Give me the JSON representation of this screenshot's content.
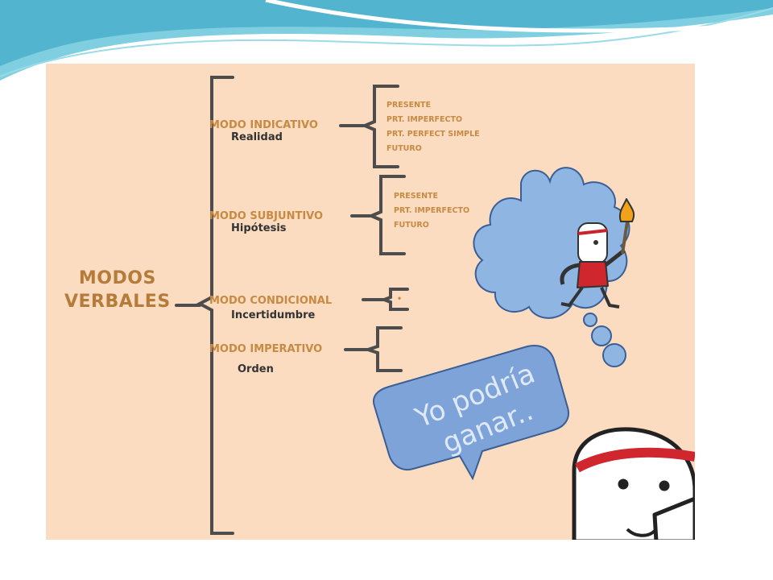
{
  "root": {
    "line1": "MODOS",
    "line2": "VERBALES"
  },
  "modes": [
    {
      "name": "MODO INDICATIVO",
      "meaning": "Realidad",
      "tenses": [
        "PRESENTE",
        "PRT. IMPERFECTO",
        "PRT. PERFECT SIMPLE",
        "FUTURO"
      ]
    },
    {
      "name": "MODO SUBJUNTIVO",
      "meaning": "Hipótesis",
      "tenses": [
        "PRESENTE",
        "PRT. IMPERFECTO",
        "FUTURO"
      ]
    },
    {
      "name": "MODO CONDICIONAL",
      "meaning": "Incertidumbre",
      "tenses": [
        "•"
      ]
    },
    {
      "name": "MODO IMPERATIVO",
      "meaning": "Orden",
      "tenses": []
    }
  ],
  "speech_bubble": {
    "line1": "Yo podría",
    "line2": "ganar.."
  },
  "colors": {
    "panel": "#fbdcc0",
    "bracket": "#4d4d4d",
    "mode_text": "#c78a43",
    "cloud": "#8fb6e3",
    "speech_bubble": "#7ea3d9"
  }
}
